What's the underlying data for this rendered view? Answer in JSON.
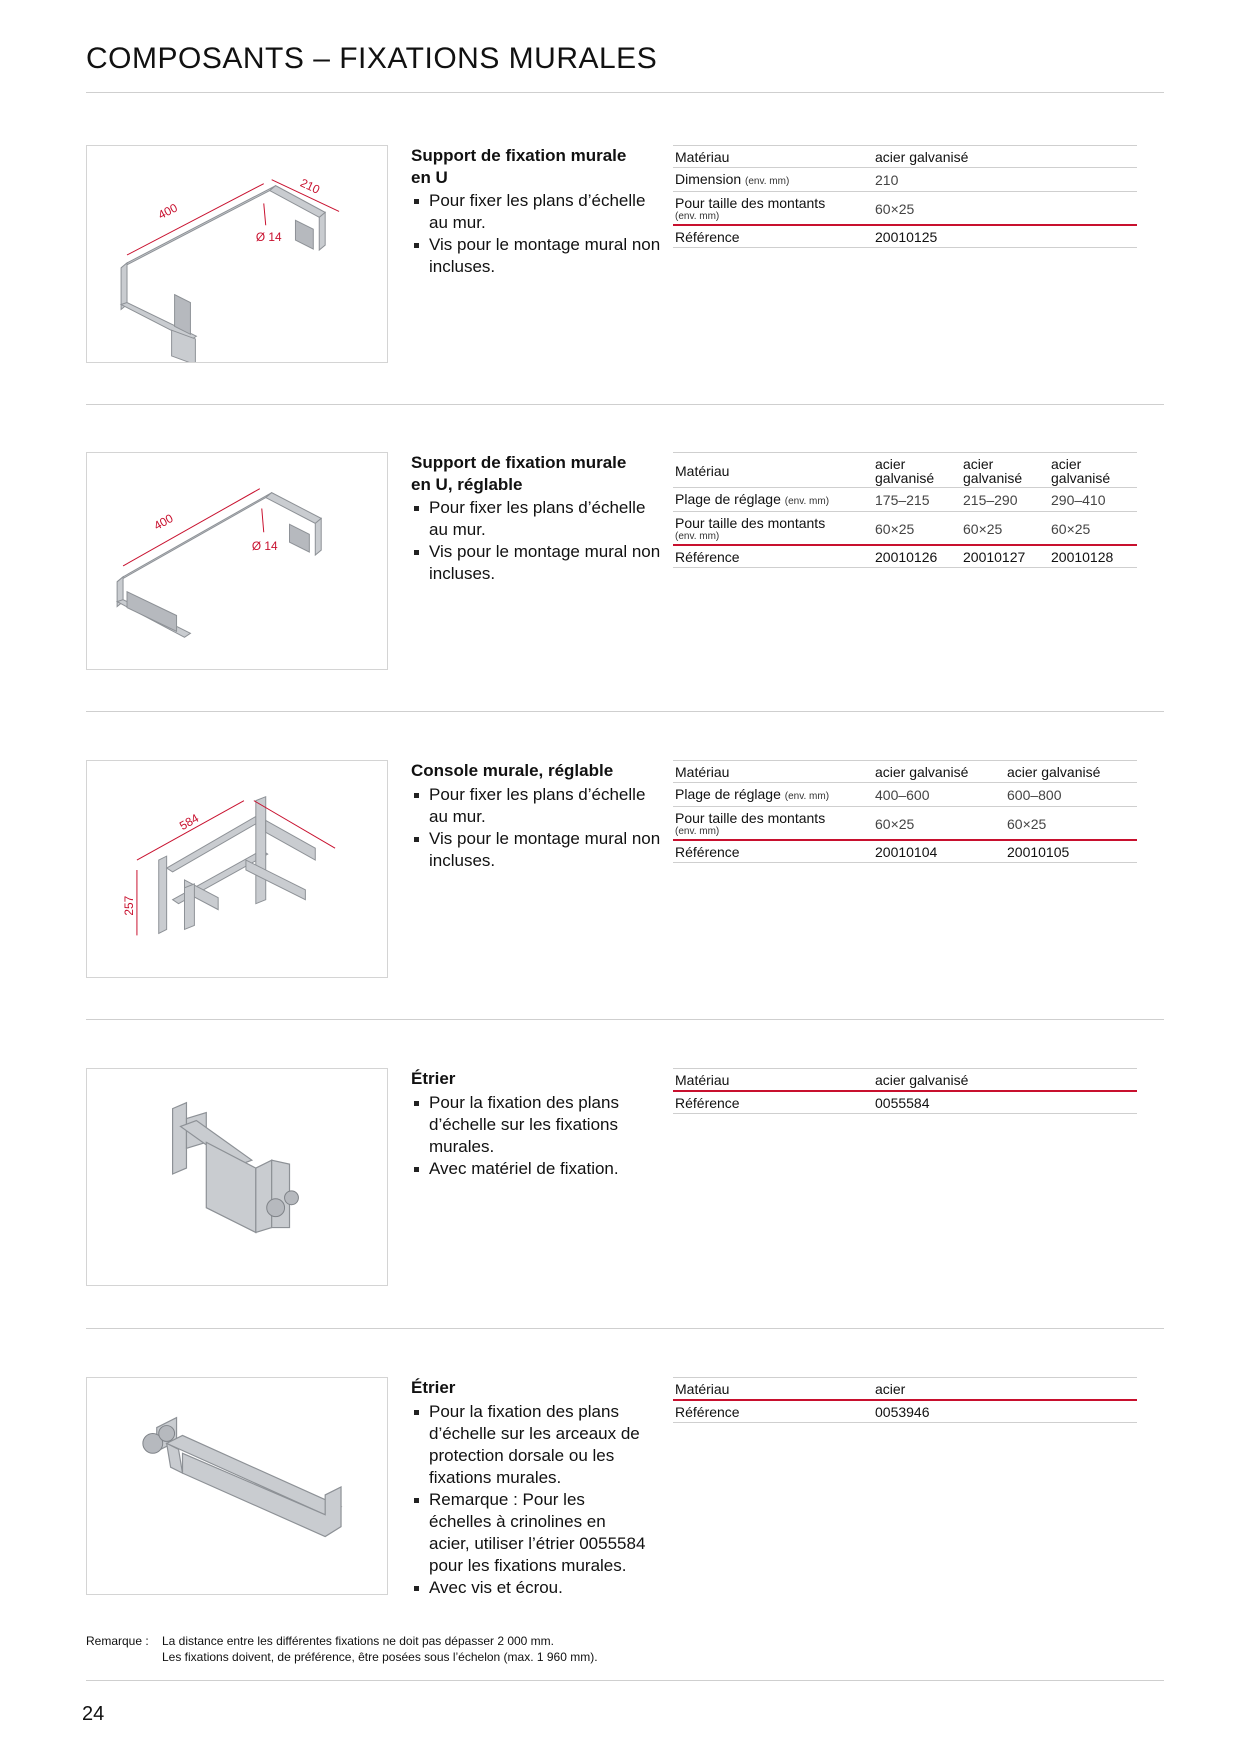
{
  "page": {
    "title": "COMPOSANTS – FIXATIONS MURALES",
    "page_number": "24"
  },
  "sections": [
    {
      "title": "Support de fixation murale en U",
      "bullets": [
        "Pour fixer les plans d’échelle au mur.",
        "Vis pour le montage mural non incluses."
      ],
      "image_labels": [
        "400",
        "210",
        "Ø 14"
      ],
      "rows": [
        {
          "label": "Matériau",
          "unit": "",
          "values": [
            "acier galvanisé"
          ]
        },
        {
          "label": "Dimension",
          "unit": "(env. mm)",
          "values": [
            "210"
          ]
        },
        {
          "label": "Pour taille des montants",
          "unit": "(env. mm)",
          "values": [
            "60×25"
          ]
        },
        {
          "label": "Référence",
          "unit": "",
          "values": [
            "20010125"
          ]
        }
      ]
    },
    {
      "title": "Support de fixation murale en U, réglable",
      "bullets": [
        "Pour fixer les plans d’échelle au mur.",
        "Vis pour le montage mural non incluses."
      ],
      "image_labels": [
        "400",
        "Ø 14"
      ],
      "rows": [
        {
          "label": "Matériau",
          "unit": "",
          "values": [
            "acier galvanisé",
            "acier galvanisé",
            "acier galvanisé"
          ]
        },
        {
          "label": "Plage de réglage",
          "unit": "(env. mm)",
          "values": [
            "175–215",
            "215–290",
            "290–410"
          ]
        },
        {
          "label": "Pour taille des montants",
          "unit": "(env. mm)",
          "values": [
            "60×25",
            "60×25",
            "60×25"
          ]
        },
        {
          "label": "Référence",
          "unit": "",
          "values": [
            "20010126",
            "20010127",
            "20010128"
          ]
        }
      ]
    },
    {
      "title": "Console murale, réglable",
      "bullets": [
        "Pour fixer les plans d’échelle au mur.",
        "Vis pour le montage mural non incluses."
      ],
      "image_labels": [
        "584",
        "257"
      ],
      "rows": [
        {
          "label": "Matériau",
          "unit": "",
          "values": [
            "acier galvanisé",
            "acier galvanisé"
          ]
        },
        {
          "label": "Plage de réglage",
          "unit": "(env. mm)",
          "values": [
            "400–600",
            "600–800"
          ]
        },
        {
          "label": "Pour taille des montants",
          "unit": "(env. mm)",
          "values": [
            "60×25",
            "60×25"
          ]
        },
        {
          "label": "Référence",
          "unit": "",
          "values": [
            "20010104",
            "20010105"
          ]
        }
      ]
    },
    {
      "title": "Étrier",
      "bullets": [
        "Pour la fixation des plans d’échelle sur les fixations murales.",
        "Avec matériel de fixation."
      ],
      "image_labels": [],
      "rows": [
        {
          "label": "Matériau",
          "unit": "",
          "values": [
            "acier galvanisé"
          ]
        },
        {
          "label": "Référence",
          "unit": "",
          "values": [
            "0055584"
          ]
        }
      ]
    },
    {
      "title": "Étrier",
      "bullets": [
        "Pour la fixation des plans d’échelle sur les arceaux de protection dorsale ou les fixations murales.",
        "Remarque : Pour les échelles à crinolines en acier, utiliser l’étrier 0055584 pour les fixations murales.",
        "Avec vis et écrou."
      ],
      "image_labels": [],
      "rows": [
        {
          "label": "Matériau",
          "unit": "",
          "values": [
            "acier"
          ]
        },
        {
          "label": "Référence",
          "unit": "",
          "values": [
            "0053946"
          ]
        }
      ]
    }
  ],
  "remark": {
    "label": "Remarque :",
    "lines": [
      "La distance entre les différentes fixations ne doit pas dépasser 2 000 mm.",
      "Les fixations doivent, de préférence, être posées sous l’échelon (max. 1 960 mm)."
    ]
  },
  "colors": {
    "accent": "#c8102e",
    "rule": "#cfcfcf",
    "dimension": "#c8102e",
    "metal": "#c9ccd0"
  }
}
